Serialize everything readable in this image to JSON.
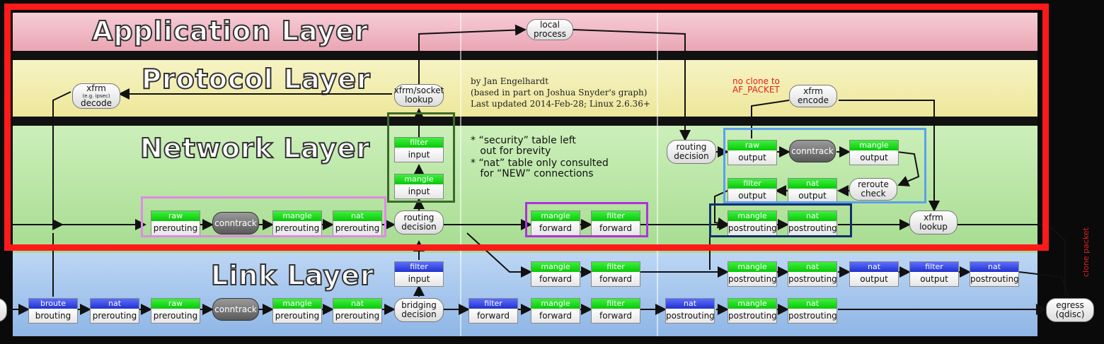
{
  "layers": {
    "application": "Application Layer",
    "protocol": "Protocol Layer",
    "network": "Network Layer",
    "link": "Link Layer"
  },
  "credits": {
    "line1": "by Jan Engelhardt",
    "line2": "(based in part on Joshua Snyder's graph)",
    "line3": "Last updated 2014-Feb-28; Linux 2.6.36+"
  },
  "notes": {
    "security": "* “security” table left\n   out for brevity",
    "nat": "* “nat” table only consulted\n   for “NEW” connections",
    "no_clone": "no clone to\nAF_PACKET",
    "clone_packet": "clone packet"
  },
  "pills": {
    "local_process": [
      "local",
      "process"
    ],
    "xfrm_decode": [
      "xfrm",
      "(e.g. ipsec)",
      "decode"
    ],
    "xfrm_socket_lookup": [
      "xfrm/socket",
      "lookup"
    ],
    "xfrm_encode": [
      "xfrm",
      "encode"
    ],
    "routing_decision_out": [
      "routing",
      "decision"
    ],
    "routing_decision_in": [
      "routing",
      "decision"
    ],
    "xfrm_lookup": [
      "xfrm",
      "lookup"
    ],
    "bridging_decision": [
      "bridging",
      "decision"
    ],
    "egress": [
      "egress",
      "(qdisc)"
    ],
    "conntrack": "conntrack"
  },
  "nodes": {
    "net_raw_prerouting": [
      "raw",
      "prerouting"
    ],
    "net_mangle_prerouting": [
      "mangle",
      "prerouting"
    ],
    "net_nat_prerouting": [
      "nat",
      "prerouting"
    ],
    "net_filter_input": [
      "filter",
      "input"
    ],
    "net_mangle_input": [
      "mangle",
      "input"
    ],
    "net_mangle_forward": [
      "mangle",
      "forward"
    ],
    "net_filter_forward": [
      "filter",
      "forward"
    ],
    "net_raw_output": [
      "raw",
      "output"
    ],
    "net_mangle_output": [
      "mangle",
      "output"
    ],
    "net_filter_output": [
      "filter",
      "output"
    ],
    "net_nat_output": [
      "nat",
      "output"
    ],
    "reroute_check": [
      "reroute",
      "check"
    ],
    "net_mangle_postrouting": [
      "mangle",
      "postrouting"
    ],
    "net_nat_postrouting": [
      "nat",
      "postrouting"
    ],
    "link_filter_input": [
      "filter",
      "input"
    ],
    "link_broute_brouting": [
      "broute",
      "brouting"
    ],
    "link_nat_prerouting": [
      "nat",
      "prerouting"
    ],
    "link_raw_prerouting": [
      "raw",
      "prerouting"
    ],
    "link_mangle_prerouting": [
      "mangle",
      "prerouting"
    ],
    "link_nat_prerouting2": [
      "nat",
      "prerouting"
    ],
    "link_mangle_forward_a": [
      "mangle",
      "forward"
    ],
    "link_filter_forward_a": [
      "filter",
      "forward"
    ],
    "link_filter_forward_b": [
      "filter",
      "forward"
    ],
    "link_mangle_forward_b": [
      "mangle",
      "forward"
    ],
    "link_filter_forward_c": [
      "filter",
      "forward"
    ],
    "link_mangle_postrouting_a": [
      "mangle",
      "postrouting"
    ],
    "link_nat_postrouting_a": [
      "nat",
      "postrouting"
    ],
    "link_nat_output": [
      "nat",
      "output"
    ],
    "link_filter_output": [
      "filter",
      "output"
    ],
    "link_nat_postrouting_b": [
      "nat",
      "postrouting"
    ],
    "link_nat_postrouting_c": [
      "nat",
      "postrouting"
    ],
    "link_mangle_postrouting_c": [
      "mangle",
      "postrouting"
    ],
    "link_nat_postrouting_d": [
      "nat",
      "postrouting"
    ]
  },
  "colors": {
    "application_band": "#f0b8c4",
    "protocol_band": "#f3eeb0",
    "network_band": "#b8e6a4",
    "link_band": "#a6c6ec",
    "table_green": "#22dd22",
    "table_blue": "#3344dd",
    "highlight_red": "#ff1a1a",
    "highlight_pink": "#e08ae8",
    "highlight_purple": "#b030e0",
    "highlight_darkgreen": "#3a6a2a",
    "highlight_lightblue": "#5aa0ee",
    "highlight_navy": "#10306a",
    "note_red": "#e02020"
  }
}
